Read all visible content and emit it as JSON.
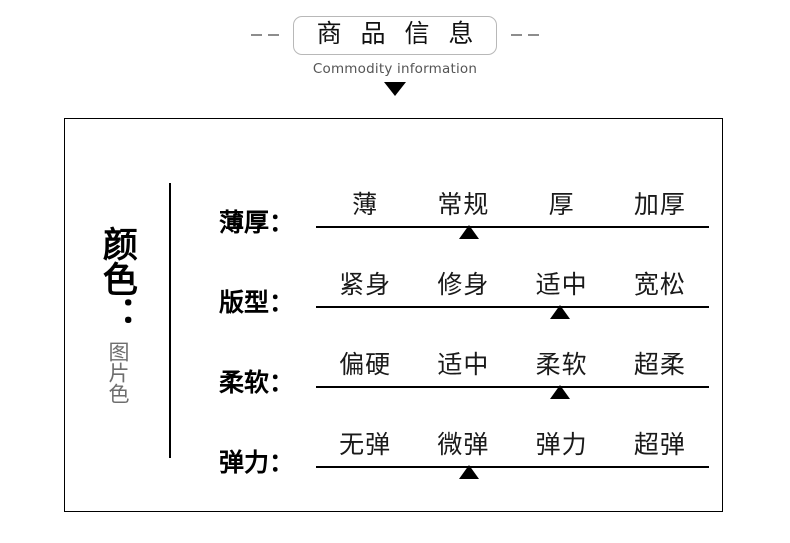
{
  "header": {
    "title": "商 品 信 息",
    "subtitle": "Commodity information",
    "left_dashes": [
      "-",
      "-"
    ],
    "right_dashes": [
      "-",
      "-"
    ],
    "arrow_icon": "down-triangle-icon"
  },
  "color_section": {
    "label": "颜色：",
    "value": "图片色"
  },
  "attributes": [
    {
      "label": "薄厚：",
      "options": [
        "薄",
        "常规",
        "厚",
        "加厚"
      ],
      "selected_index": 1,
      "selected": "常规",
      "marker_percent": 39
    },
    {
      "label": "版型：",
      "options": [
        "紧身",
        "修身",
        "适中",
        "宽松"
      ],
      "selected_index": 2,
      "selected": "适中",
      "marker_percent": 62
    },
    {
      "label": "柔软：",
      "options": [
        "偏硬",
        "适中",
        "柔软",
        "超柔"
      ],
      "selected_index": 2,
      "selected": "柔软",
      "marker_percent": 62
    },
    {
      "label": "弹力：",
      "options": [
        "无弹",
        "微弹",
        "弹力",
        "超弹"
      ],
      "selected_index": 1,
      "selected": "微弹",
      "marker_percent": 39
    }
  ],
  "colors": {
    "ink": "#000000",
    "muted": "#6e6e6e",
    "dash": "#8d8d8d",
    "box_border": "#b8b8b8",
    "background": "#ffffff"
  }
}
